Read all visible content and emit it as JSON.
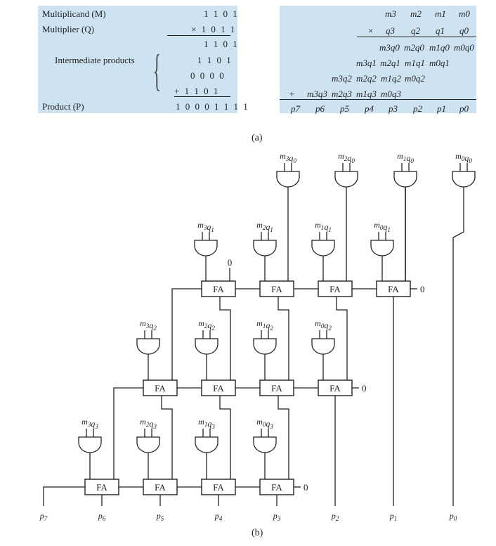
{
  "left_table": {
    "multiplicand_label": "Multiplicand (M)",
    "multiplicand_value": "1 1 0 1",
    "multiplier_label": "Multiplier (Q)",
    "multiplier_value": "× 1 0 1 1",
    "partial_1": "1 1 0 1",
    "intermediate_label": "Intermediate products",
    "partial_2": "1 1 0 1",
    "partial_3": "0 0 0 0",
    "partial_4": "+ 1 1 0 1",
    "product_label": "Product (P)",
    "product_value": "1 0 0 0 1 1 1 1"
  },
  "right_table": {
    "row_m": [
      "m3",
      "m2",
      "m1",
      "m0"
    ],
    "times": "×",
    "row_q": [
      "q3",
      "q2",
      "q1",
      "q0"
    ],
    "row_pp0": [
      "m3q0",
      "m2q0",
      "m1q0",
      "m0q0"
    ],
    "row_pp1": [
      "m3q1",
      "m2q1",
      "m1q1",
      "m0q1"
    ],
    "row_pp2": [
      "m3q2",
      "m2q2",
      "m1q2",
      "m0q2"
    ],
    "plus": "+",
    "row_pp3": [
      "m3q3",
      "m2q3",
      "m1q3",
      "m0q3"
    ],
    "row_p": [
      "p7",
      "p6",
      "p5",
      "p4",
      "p3",
      "p2",
      "p1",
      "p0"
    ]
  },
  "caption_a": "(a)",
  "caption_b": "(b)",
  "circuit": {
    "adder_label": "FA",
    "zero_label": "0",
    "and_row0": [
      "m3q0",
      "m2q0",
      "m1q0",
      "m0q0"
    ],
    "and_row1": [
      "m3q1",
      "m2q1",
      "m1q1",
      "m0q1"
    ],
    "and_row2": [
      "m3q2",
      "m2q2",
      "m1q2",
      "m0q2"
    ],
    "and_row3": [
      "m3q3",
      "m2q3",
      "m1q3",
      "m0q3"
    ],
    "outputs": [
      "p7",
      "p6",
      "p5",
      "p4",
      "p3",
      "p2",
      "p1",
      "p0"
    ]
  }
}
